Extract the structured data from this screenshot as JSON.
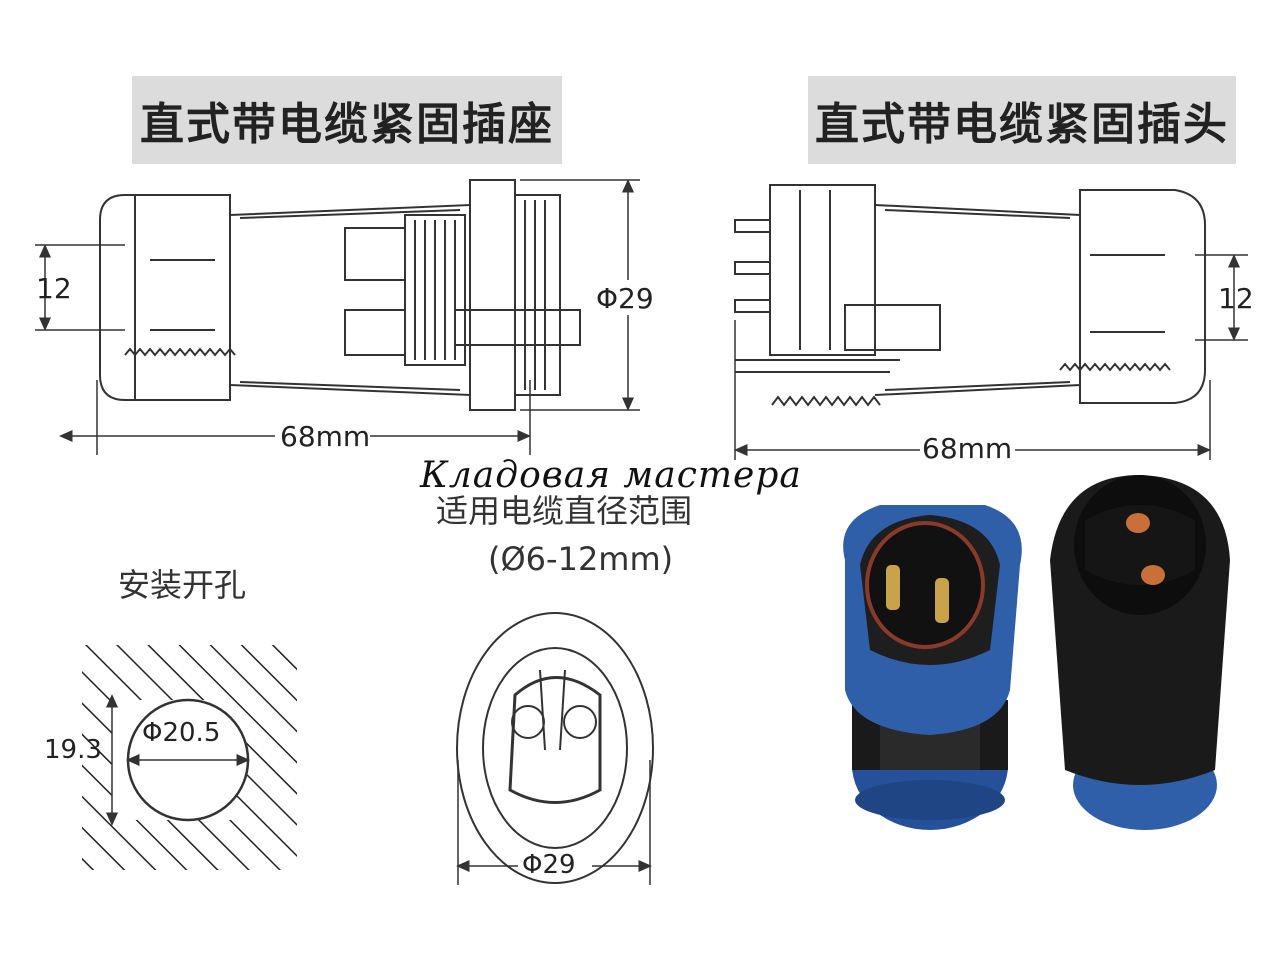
{
  "titles": {
    "socket": "直式带电缆紧固插座",
    "plug": "直式带电缆紧固插头"
  },
  "dimensions": {
    "socket_cable": "12",
    "socket_diameter": "Φ29",
    "socket_length": "68mm",
    "plug_cable": "12",
    "plug_length": "68mm",
    "hole_height": "19.3",
    "hole_diameter": "Φ20.5",
    "front_diameter": "Φ29"
  },
  "notes": {
    "cable_range_line1": "适用电缆直径范围",
    "cable_range_line2": "(Ø6-12mm)",
    "mount_hole": "安装开孔"
  },
  "watermark": "Кладовая мастера",
  "colors": {
    "title_bg": "#dcdcdc",
    "line": "#333333",
    "connector_blue": "#2f5fa8",
    "connector_black": "#1a1a1a",
    "pin_gold": "#c9a34a"
  }
}
